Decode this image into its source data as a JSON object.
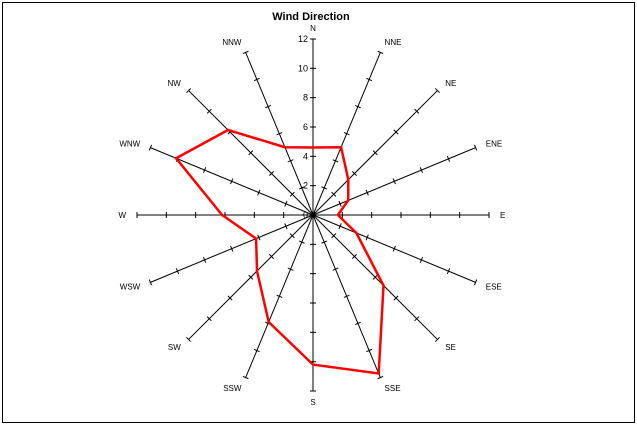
{
  "chart_data": {
    "type": "radar",
    "title": "Wind Direction",
    "directions": [
      "N",
      "NNE",
      "NE",
      "ENE",
      "E",
      "ESE",
      "SE",
      "SSE",
      "S",
      "SSW",
      "SW",
      "WSW",
      "W",
      "WNW",
      "NW",
      "NNW"
    ],
    "series": [
      {
        "values": [
          4.6,
          5.0,
          3.4,
          2.6,
          1.7,
          3.2,
          6.8,
          11.7,
          10.2,
          7.9,
          5.4,
          4.2,
          6.2,
          10.1,
          8.2,
          5.0
        ],
        "color": "#ff0000"
      }
    ],
    "axis_range": [
      0,
      12
    ],
    "ticks": [
      0,
      2,
      4,
      6,
      8,
      10,
      12
    ],
    "grid": false,
    "legend": "none",
    "axis_color": "#000000"
  }
}
